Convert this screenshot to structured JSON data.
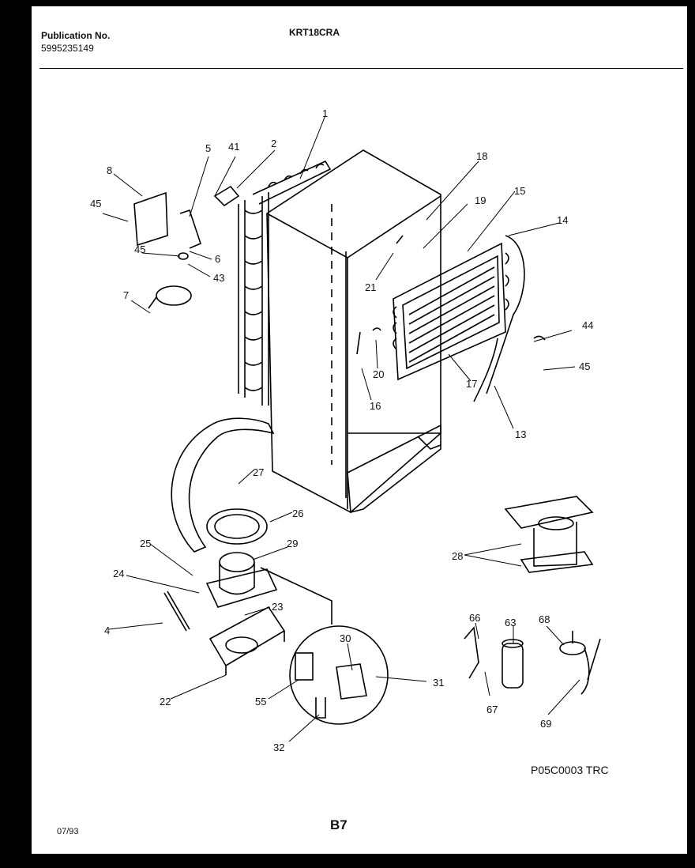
{
  "header": {
    "publication_label": "Publication No.",
    "publication_number": "5995235149",
    "model": "KRT18CRA"
  },
  "footer": {
    "diagram_code": "P05C0003 TRC",
    "page_number": "B7",
    "date": "07/93"
  },
  "callouts": [
    "1",
    "2",
    "41",
    "5",
    "8",
    "45",
    "6",
    "45",
    "43",
    "7",
    "18",
    "19",
    "15",
    "14",
    "21",
    "44",
    "45",
    "20",
    "16",
    "17",
    "13",
    "27",
    "26",
    "25",
    "29",
    "24",
    "23",
    "4",
    "28",
    "22",
    "30",
    "31",
    "55",
    "32",
    "66",
    "63",
    "68",
    "67",
    "69"
  ]
}
